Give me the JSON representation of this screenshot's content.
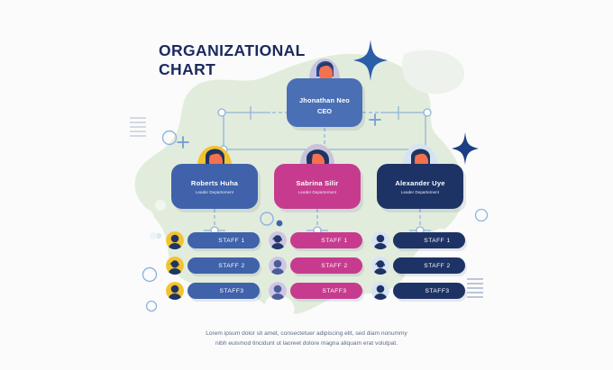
{
  "title": {
    "line1": "ORGANIZATIONAL",
    "line2": "CHART"
  },
  "ceo": {
    "name": "Jhonathan Neo",
    "role": "CEO",
    "color": "#4a6fb5",
    "avatar_icon": "person-suit-avatar-icon"
  },
  "managers": [
    {
      "name": "Roberts Huha",
      "role": "Leader Departement",
      "color": "#3f62ab",
      "accent": "#f2c230",
      "avatar_icon": "person-manager-avatar-icon",
      "staff": [
        {
          "label": "STAFF 1",
          "avatar_icon": "staff-avatar-icon"
        },
        {
          "label": "STAFF 2",
          "avatar_icon": "staff-avatar-icon"
        },
        {
          "label": "STAFF3",
          "avatar_icon": "staff-avatar-icon"
        }
      ]
    },
    {
      "name": "Sabrina Silir",
      "role": "Leader Departement",
      "color": "#c73b8f",
      "accent": "#cfc6e4",
      "avatar_icon": "person-manager-avatar-icon",
      "staff": [
        {
          "label": "STAFF 1",
          "avatar_icon": "staff-avatar-icon"
        },
        {
          "label": "STAFF 2",
          "avatar_icon": "staff-avatar-icon"
        },
        {
          "label": "STAFF3",
          "avatar_icon": "staff-avatar-icon"
        }
      ]
    },
    {
      "name": "Alexander Uye",
      "role": "Leader Departement",
      "color": "#1e3365",
      "accent": "#d5e3f2",
      "avatar_icon": "person-manager-avatar-icon",
      "staff": [
        {
          "label": "STAFF 1",
          "avatar_icon": "staff-avatar-icon"
        },
        {
          "label": "STAFF 2",
          "avatar_icon": "staff-avatar-icon"
        },
        {
          "label": "STAFF3",
          "avatar_icon": "staff-avatar-icon"
        }
      ]
    }
  ],
  "footer": {
    "line1": "Lorem ipsum dolor sit amet, consectetuer adipiscing elit, sed diam nonummy",
    "line2": "nibh euismod tincidunt ut laoreet dolore magna aliquam erat volutpat."
  },
  "decor": {
    "blob_color": "#e2ecdc",
    "connector_color": "#8fb4dd",
    "sparkle_color": "#2b5ea8",
    "plus_color": "#6f9ad4",
    "circle_outline_color": "#8fb4dd",
    "line_group_color": "#c7d3e4",
    "line_group_color_dark": "#9fb0c8"
  }
}
